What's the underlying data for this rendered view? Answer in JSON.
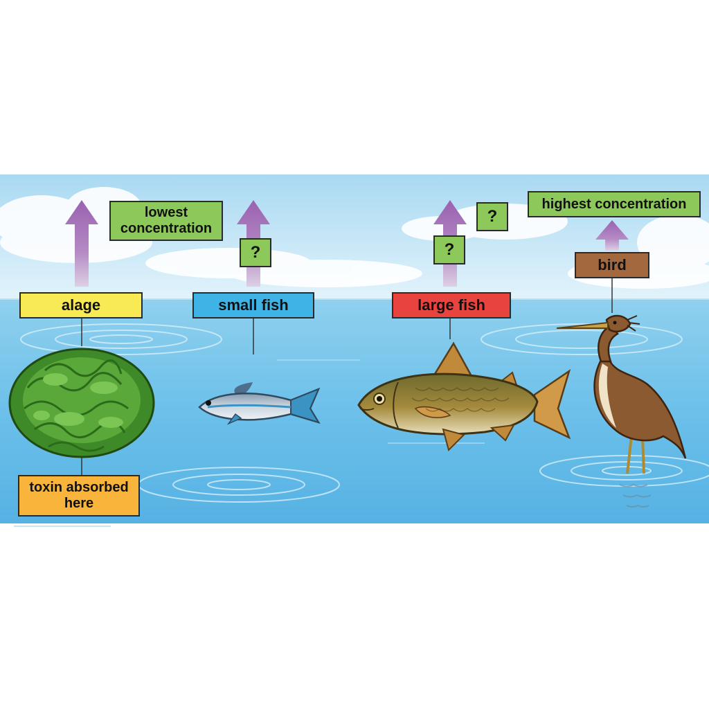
{
  "organisms": {
    "algae": "alage",
    "small_fish": "small fish",
    "large_fish": "large fish",
    "bird": "bird"
  },
  "concentration": {
    "lowest": "lowest concentration",
    "highest": "highest concentration",
    "unknown": "?"
  },
  "source_note": "toxin absorbed here",
  "colors": {
    "algae_label": "#f7ea55",
    "small_fish_label": "#3fb3e6",
    "large_fish_label": "#e8433f",
    "bird_label": "#a4683e",
    "concentration_label": "#8dc85a",
    "source_label": "#f8b43b",
    "arrow": "#a06fb5"
  }
}
